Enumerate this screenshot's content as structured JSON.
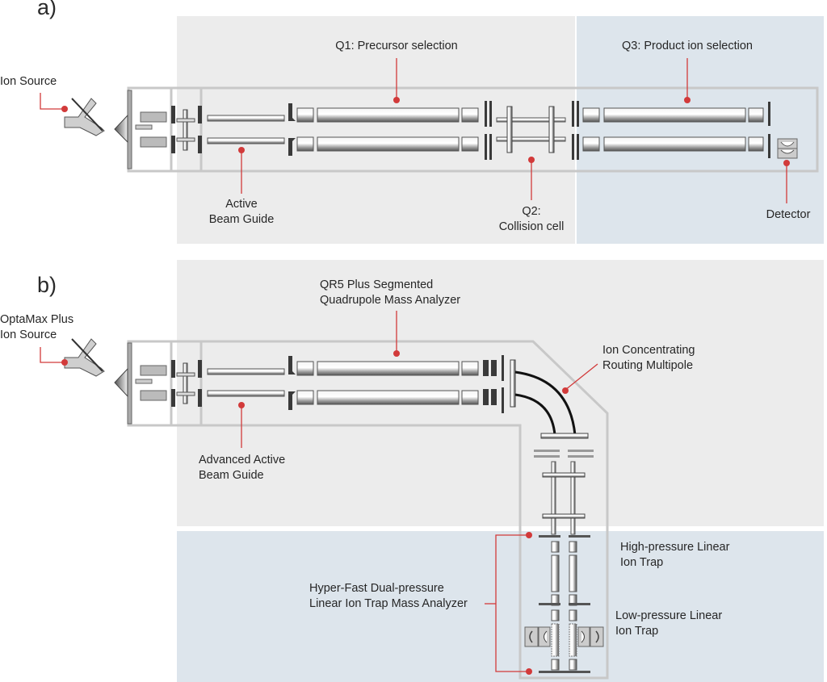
{
  "panels": {
    "a": {
      "tag": "a)",
      "labels": {
        "ion_source": "Ion Source",
        "q1": "Q1: Precursor selection",
        "q3": "Q3: Product ion selection",
        "beam_guide_1": "Active",
        "beam_guide_2": "Beam Guide",
        "q2_1": "Q2:",
        "q2_2": "Collision cell",
        "detector": "Detector"
      }
    },
    "b": {
      "tag": "b)",
      "labels": {
        "ion_source_1": "OptaMax Plus",
        "ion_source_2": "Ion Source",
        "qr5_1": "QR5 Plus Segmented",
        "qr5_2": "Quadrupole Mass Analyzer",
        "routing_1": "Ion Concentrating",
        "routing_2": "Routing Multipole",
        "beam_guide_1": "Advanced Active",
        "beam_guide_2": "Beam Guide",
        "high_trap_1": "High-pressure Linear",
        "high_trap_2": "Ion Trap",
        "low_trap_1": "Low-pressure Linear",
        "low_trap_2": "Ion Trap",
        "analyzer_1": "Hyper-Fast Dual-pressure",
        "analyzer_2": "Linear Ion Trap Mass Analyzer"
      }
    }
  },
  "colors": {
    "grey_region": "#ececec",
    "blue_region": "#dde5ec",
    "housing": "#c8c8c8",
    "leader": "#d23a3a",
    "dark_part": "#3a3a3a"
  }
}
